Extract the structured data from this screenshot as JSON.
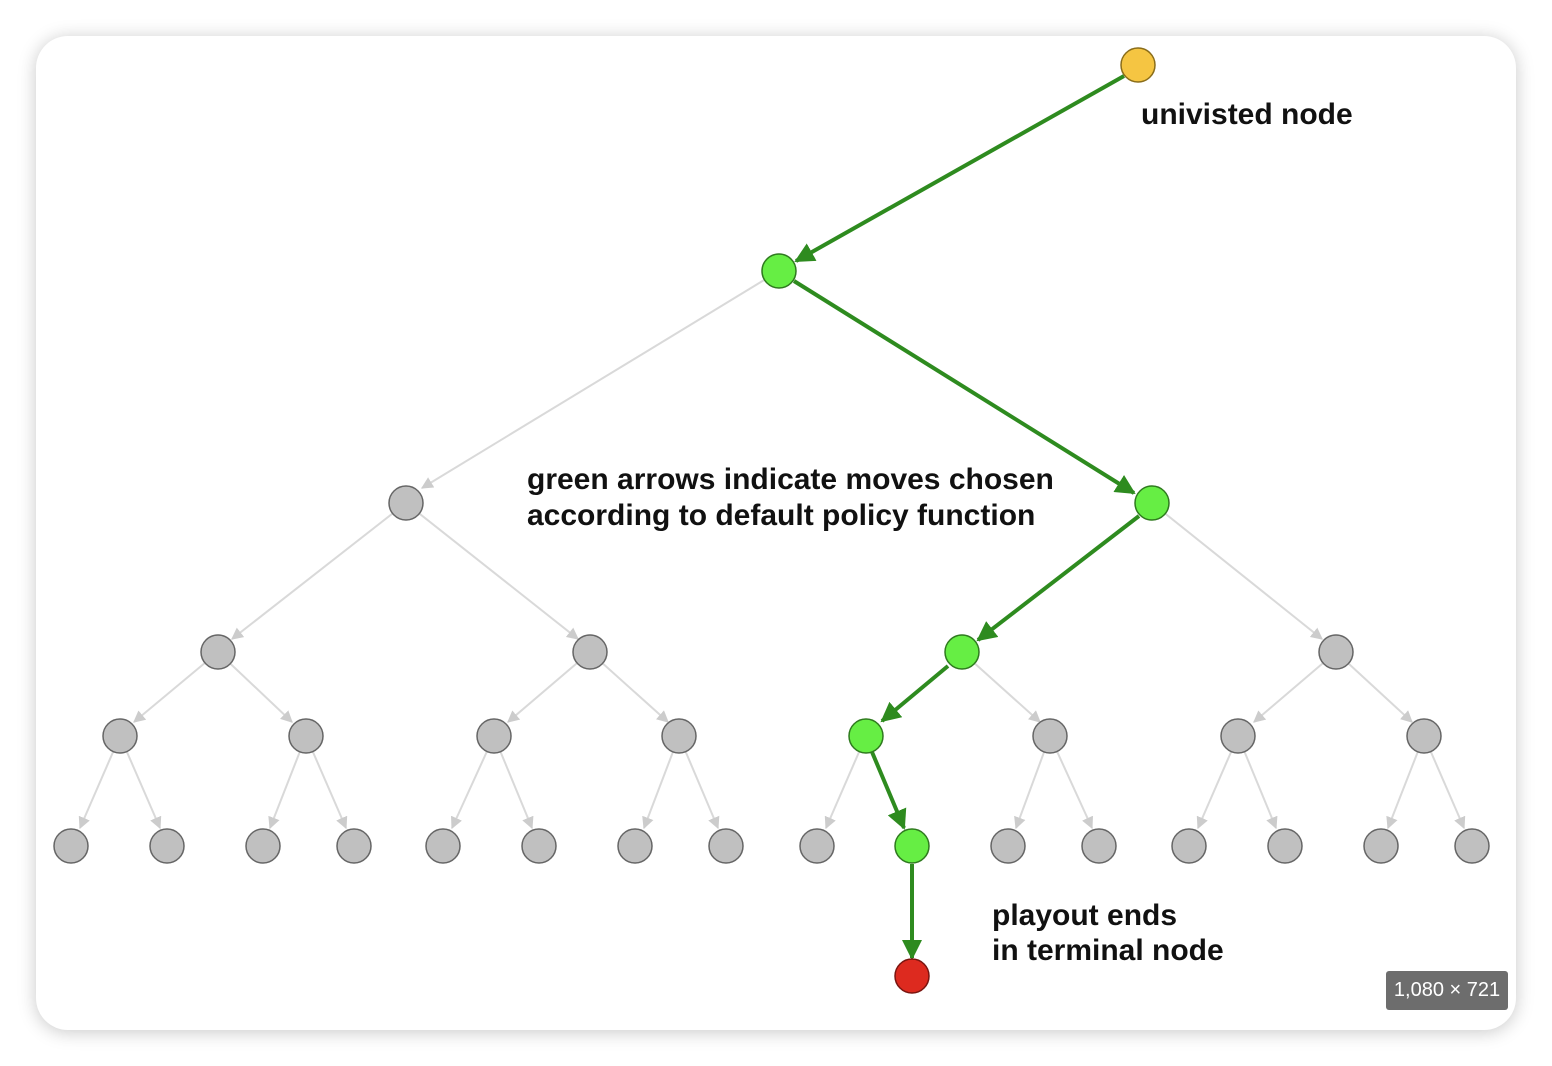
{
  "annotations": {
    "unvisited": "univisted node",
    "policy_line1": "green arrows indicate moves chosen",
    "policy_line2": "according to default policy function",
    "playout_line1": "playout ends",
    "playout_line2": "in terminal node"
  },
  "image_badge": "1,080 × 721",
  "colors": {
    "unvisited_node": "#f5c542",
    "chosen_node": "#66ee44",
    "terminal_node": "#dd2a1f",
    "default_node": "#c0c0c0",
    "chosen_edge": "#2e8b1f",
    "default_edge": "#d9d9d9"
  },
  "tree": {
    "root": "unvisited",
    "terminal": "red",
    "chosen_path": [
      "root",
      "L",
      "LR",
      "LRL",
      "LRLL",
      "LRLLR",
      "terminal"
    ]
  }
}
